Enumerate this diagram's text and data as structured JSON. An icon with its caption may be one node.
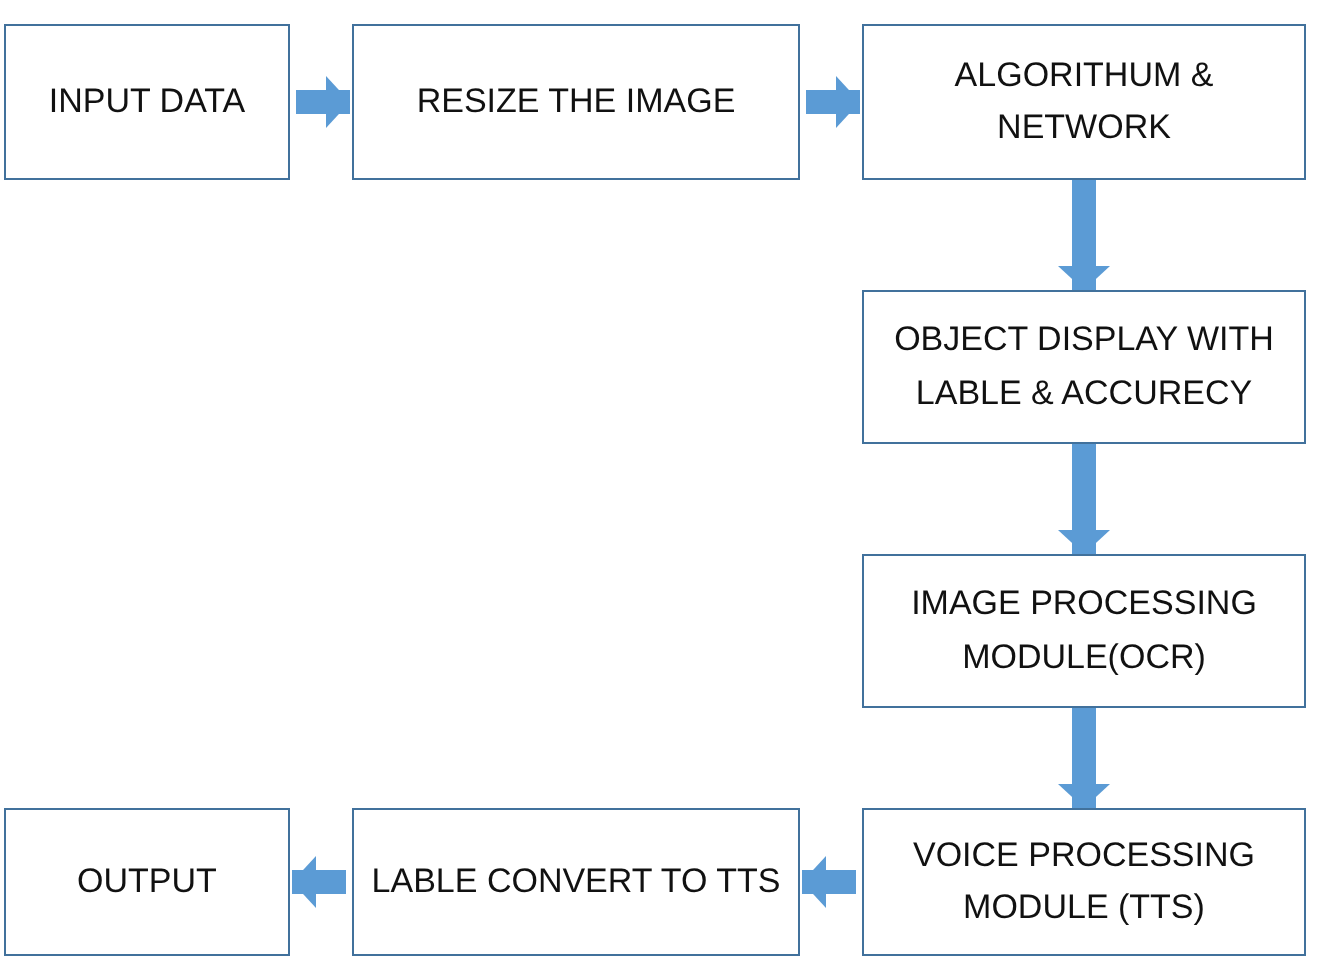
{
  "diagram": {
    "nodes": [
      {
        "text": [
          "INPUT DATA"
        ]
      },
      {
        "text": [
          "RESIZE THE IMAGE"
        ]
      },
      {
        "text": [
          "ALGORITHUM & NETWORK"
        ]
      },
      {
        "text": [
          "OBJECT DISPLAY WITH LABLE & ACCURECY"
        ]
      },
      {
        "text": [
          "IMAGE PROCESSING MODULE(OCR)"
        ]
      },
      {
        "text": [
          "VOICE PROCESSING MODULE (TTS)"
        ]
      },
      {
        "text": [
          "LABLE CONVERT TO TTS"
        ]
      },
      {
        "text": [
          "OUTPUT"
        ]
      }
    ],
    "edges": [
      {
        "from": 0,
        "to": 1,
        "arrow": "to"
      },
      {
        "from": 1,
        "to": 2,
        "arrow": "to"
      },
      {
        "from": 2,
        "to": 3,
        "arrow": "to"
      },
      {
        "from": 3,
        "to": 4,
        "arrow": "to"
      },
      {
        "from": 4,
        "to": 5,
        "arrow": "to"
      },
      {
        "from": 5,
        "to": 6,
        "arrow": "to"
      },
      {
        "from": 6,
        "to": 7,
        "arrow": "to"
      }
    ]
  }
}
